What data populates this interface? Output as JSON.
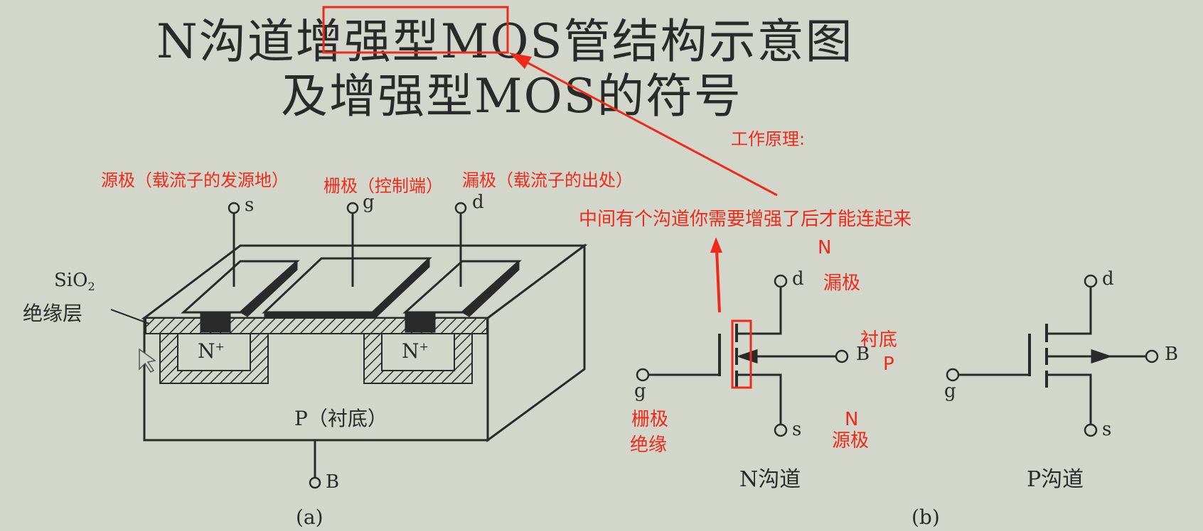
{
  "title": {
    "line1": "N沟道增强型MOS管结构示意图",
    "line2": "及增强型MOS的符号"
  },
  "annotations": {
    "source_note": "源极（载流子的发源地）",
    "gate_note": "栅极（控制端）",
    "drain_note": "漏极（载流子的出处）",
    "principle": "工作原理:",
    "channel_note": "中间有个沟道你需要增强了后才能连起来",
    "n_top": "N",
    "drain_cn": "漏极",
    "substrate_cn": "衬底",
    "p_label": "P",
    "n_bottom": "N",
    "source_cn": "源极",
    "gate_cn": "栅极",
    "insulation_cn": "绝缘"
  },
  "structure": {
    "terminal_s": "s",
    "terminal_g": "g",
    "terminal_d": "d",
    "terminal_b": "B",
    "sio2": "SiO",
    "sio2_sub": "2",
    "insulator_layer": "绝缘层",
    "n_plus": "N",
    "plus_sup": "+",
    "substrate": "P（衬底）",
    "caption": "(a)"
  },
  "symbols": {
    "n_channel": {
      "d": "d",
      "g": "g",
      "s": "s",
      "b": "B",
      "caption": "N沟道"
    },
    "p_channel": {
      "d": "d",
      "g": "g",
      "s": "s",
      "b": "B",
      "caption": "P沟道"
    },
    "caption": "(b)"
  },
  "colors": {
    "background": "#d3d7cb",
    "ink": "#2a2a2a",
    "annotation_red": "#ee2a1a"
  }
}
